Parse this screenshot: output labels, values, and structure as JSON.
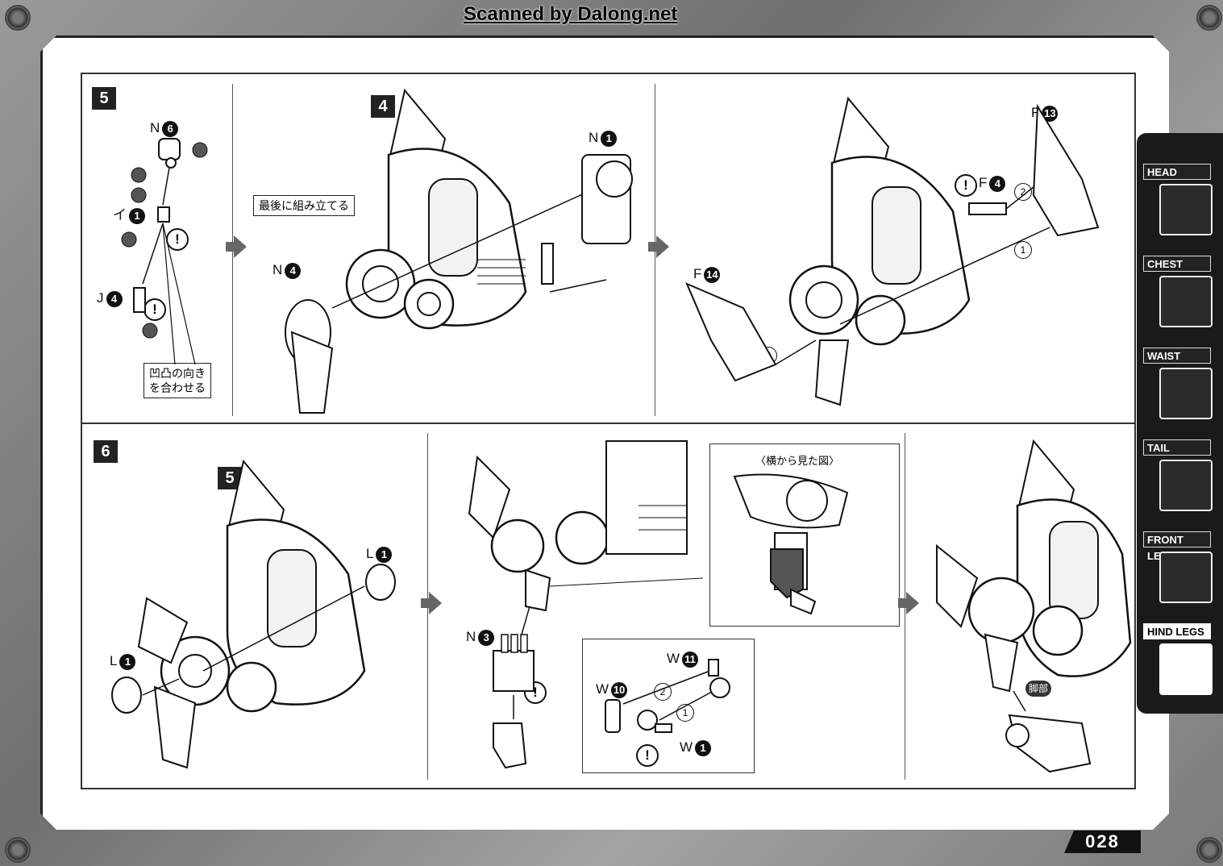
{
  "header": {
    "scan_credit": "Scanned by Dalong.net"
  },
  "steps": {
    "step5": {
      "number": "5",
      "sub_ref": "4",
      "parts": {
        "n6": {
          "letter": "N",
          "num": "6"
        },
        "i1": {
          "letter": "イ",
          "num": "1"
        },
        "j4": {
          "letter": "J",
          "num": "4"
        },
        "n1": {
          "letter": "N",
          "num": "1"
        },
        "n4": {
          "letter": "N",
          "num": "4"
        },
        "f13": {
          "letter": "F",
          "num": "13"
        },
        "f4": {
          "letter": "F",
          "num": "4"
        },
        "f14": {
          "letter": "F",
          "num": "14"
        }
      },
      "notes": {
        "assemble_last": "最後に組み立てる",
        "align_line1": "凹凸の向き",
        "align_line2": "を合わせる"
      },
      "order": {
        "o1": "1",
        "o2": "2",
        "o3": "3"
      },
      "warning": "!"
    },
    "step6": {
      "number": "6",
      "sub_ref": "5",
      "parts": {
        "l1_top": {
          "letter": "L",
          "num": "1"
        },
        "l1_bottom": {
          "letter": "L",
          "num": "1"
        },
        "n3": {
          "letter": "N",
          "num": "3"
        },
        "w11": {
          "letter": "W",
          "num": "11"
        },
        "w10": {
          "letter": "W",
          "num": "10"
        },
        "w1": {
          "letter": "W",
          "num": "1"
        }
      },
      "notes": {
        "side_view": "〈横から見た図〉",
        "foot": "脚部"
      },
      "order": {
        "o1": "1",
        "o2": "2"
      },
      "warning": "!"
    }
  },
  "sidebar": {
    "tabs": [
      {
        "label": "HEAD",
        "icon": "head-icon",
        "active": false
      },
      {
        "label": "CHEST",
        "icon": "chest-icon",
        "active": false
      },
      {
        "label": "WAIST",
        "icon": "waist-icon",
        "active": false
      },
      {
        "label": "TAIL",
        "icon": "tail-icon",
        "active": false
      },
      {
        "label": "FRONT LEGS",
        "icon": "front-legs-icon",
        "active": false
      },
      {
        "label": "HIND LEGS",
        "icon": "hind-legs-icon",
        "active": true
      }
    ]
  },
  "footer": {
    "page_number": "028"
  }
}
